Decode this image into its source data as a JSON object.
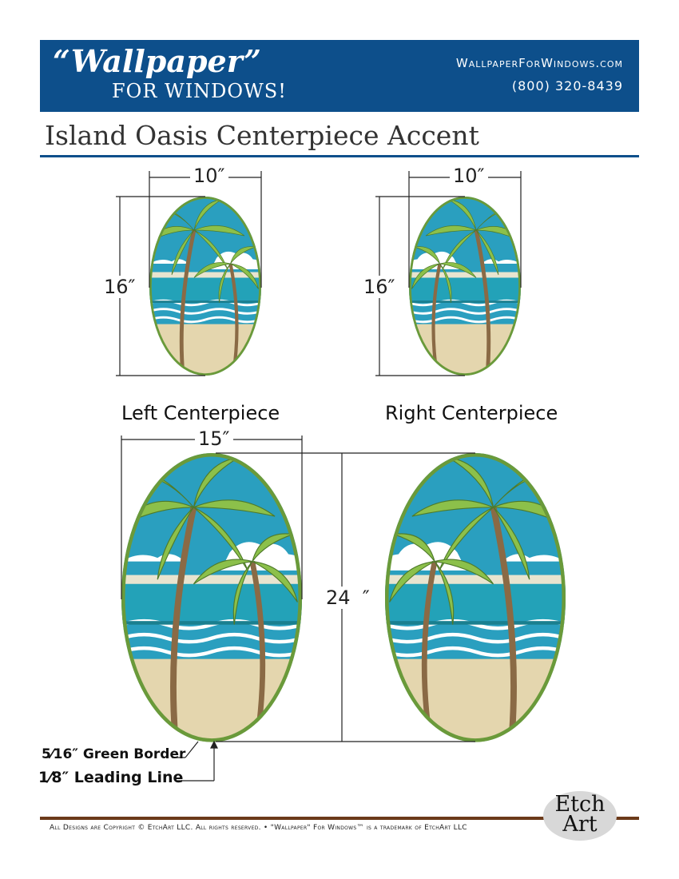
{
  "header": {
    "logo_line1": "“Wallpaper”",
    "logo_line2": "FOR WINDOWS!",
    "website": "WallpaperForWindows.com",
    "phone": "(800) 320-8439",
    "bg_color": "#0d4f8b"
  },
  "title": "Island Oasis Centerpiece Accent",
  "small_pieces": {
    "left": {
      "width": "10″",
      "height": "16″"
    },
    "right": {
      "width": "10″",
      "height": "16″"
    }
  },
  "labels": {
    "left": "Left Centerpiece",
    "right": "Right Centerpiece"
  },
  "large_pieces": {
    "width": "15″",
    "height": "24  ″"
  },
  "notes": {
    "border": "5⁄16″ Green Border",
    "leading": "1⁄8″ Leading Line"
  },
  "footer": {
    "copyright": "All Designs are Copyright © EtchArt LLC.  All rights reserved. • \"Wallpaper\" For Windows™ is a trademark of EtchArt LLC",
    "logo": "Etch Art"
  }
}
